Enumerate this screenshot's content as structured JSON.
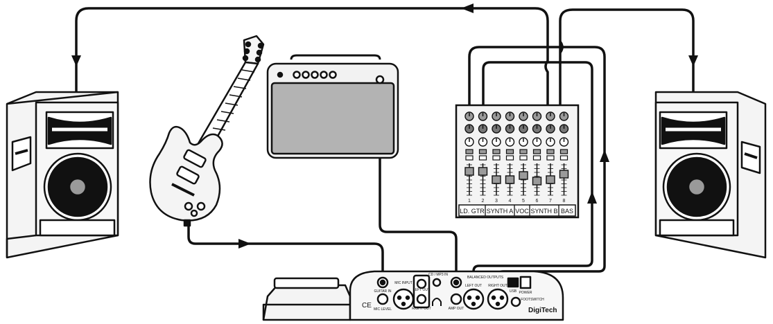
{
  "mixer": {
    "channel_numbers": [
      "1",
      "2",
      "3",
      "4",
      "5",
      "6",
      "7",
      "8"
    ],
    "strip_labels": [
      "LD. GTR",
      "SYNTH A",
      "VOC",
      "SYNTH B",
      "BAS"
    ]
  },
  "device": {
    "brand": "DigiTech",
    "ce_mark": "CE",
    "jack_labels": {
      "guitar_input": "GUITAR IN",
      "mic_input": "MIC INPUT",
      "mic_level": "MIC LEVEL",
      "cd_mp3": "CD / MP3 IN",
      "left_out": "LEFT OUT",
      "right_out": "RIGHT OUT",
      "amp_out": "AMP OUT",
      "balanced_outputs": "BALANCED OUTPUTS",
      "xlr_left": "LEFT OUT",
      "xlr_right": "RIGHT OUT",
      "usb": "USB",
      "power": "POWER",
      "footswitch": "FOOTSWITCH"
    }
  },
  "colors": {
    "line": "#111111",
    "fill_light": "#f2f2f2",
    "fill_grey": "#9a9a9a",
    "amp_grille": "#b3b3b3"
  }
}
